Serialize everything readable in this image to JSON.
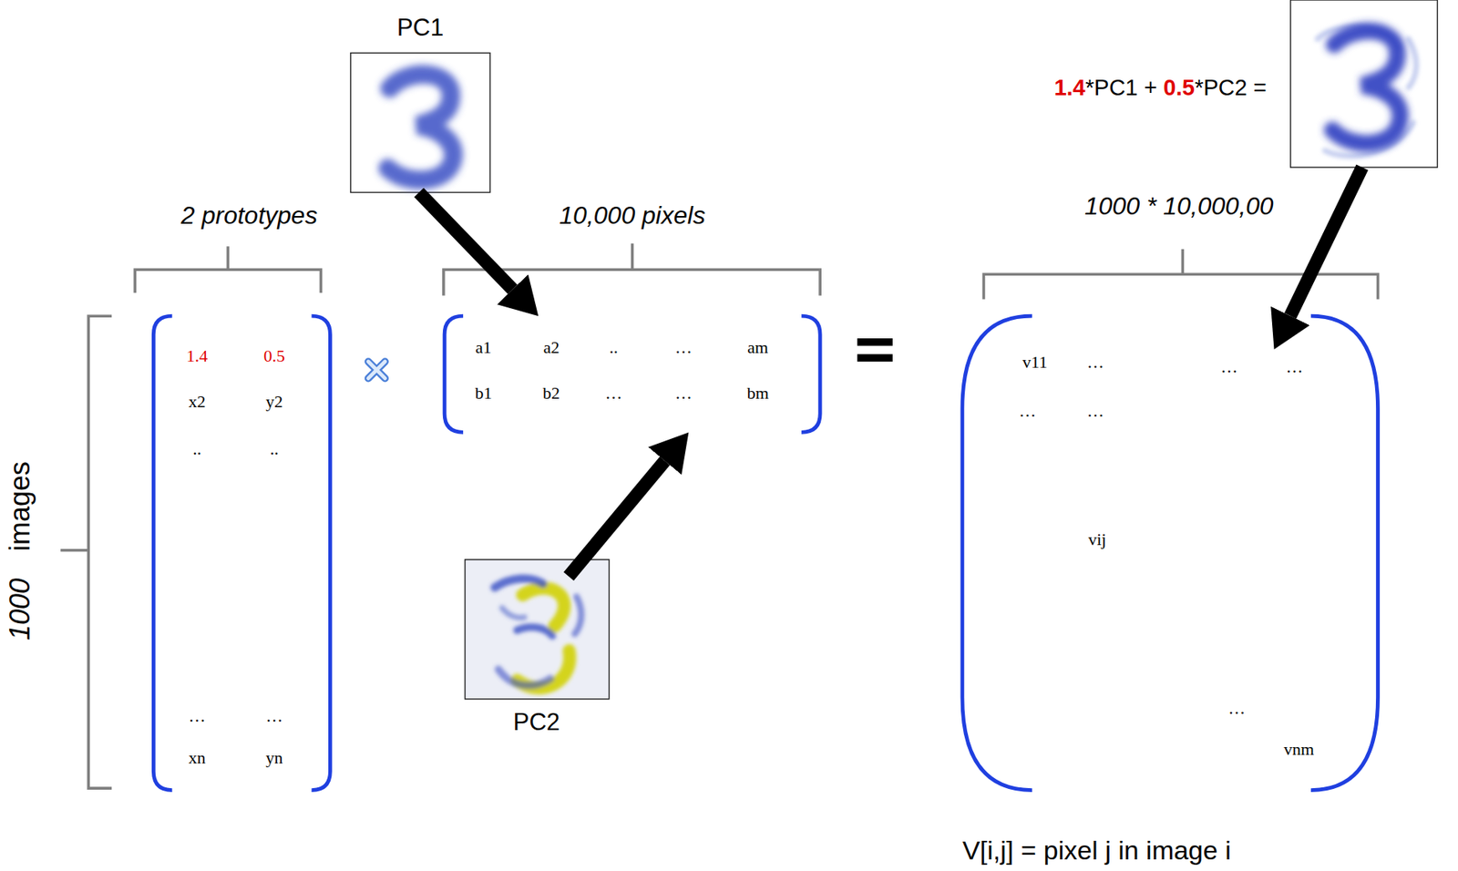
{
  "diagram": {
    "nodes": [
      {
        "text": [
          "PC1"
        ]
      },
      {
        "text": [
          "1.4",
          "0.5",
          "x2",
          "y2",
          "..",
          "..",
          "…",
          "…",
          "xn",
          "yn"
        ]
      },
      {
        "text": [
          "a1",
          "a2",
          "..",
          "…",
          "am",
          "b1",
          "b2",
          "…",
          "…",
          "bm"
        ]
      },
      {
        "text": [
          "PC2"
        ]
      },
      {
        "text": [
          "1.4",
          "*PC1 +",
          "0.5",
          "*PC2 ="
        ]
      },
      {
        "text": [
          "v11",
          "…",
          "…",
          "…",
          "…",
          "…",
          "vij",
          "…",
          "vnm"
        ]
      }
    ],
    "edges": [
      {
        "from": 0,
        "to": 2,
        "arrow": "to"
      },
      {
        "from": 3,
        "to": 2,
        "arrow": "to"
      },
      {
        "from": 4,
        "to": 5,
        "arrow": "to"
      }
    ],
    "labels": [
      "2 prototypes",
      "10,000 pixels",
      "1000 * 10,000,00",
      "1000",
      "images",
      "V[i,j] = pixel j in image i"
    ]
  }
}
